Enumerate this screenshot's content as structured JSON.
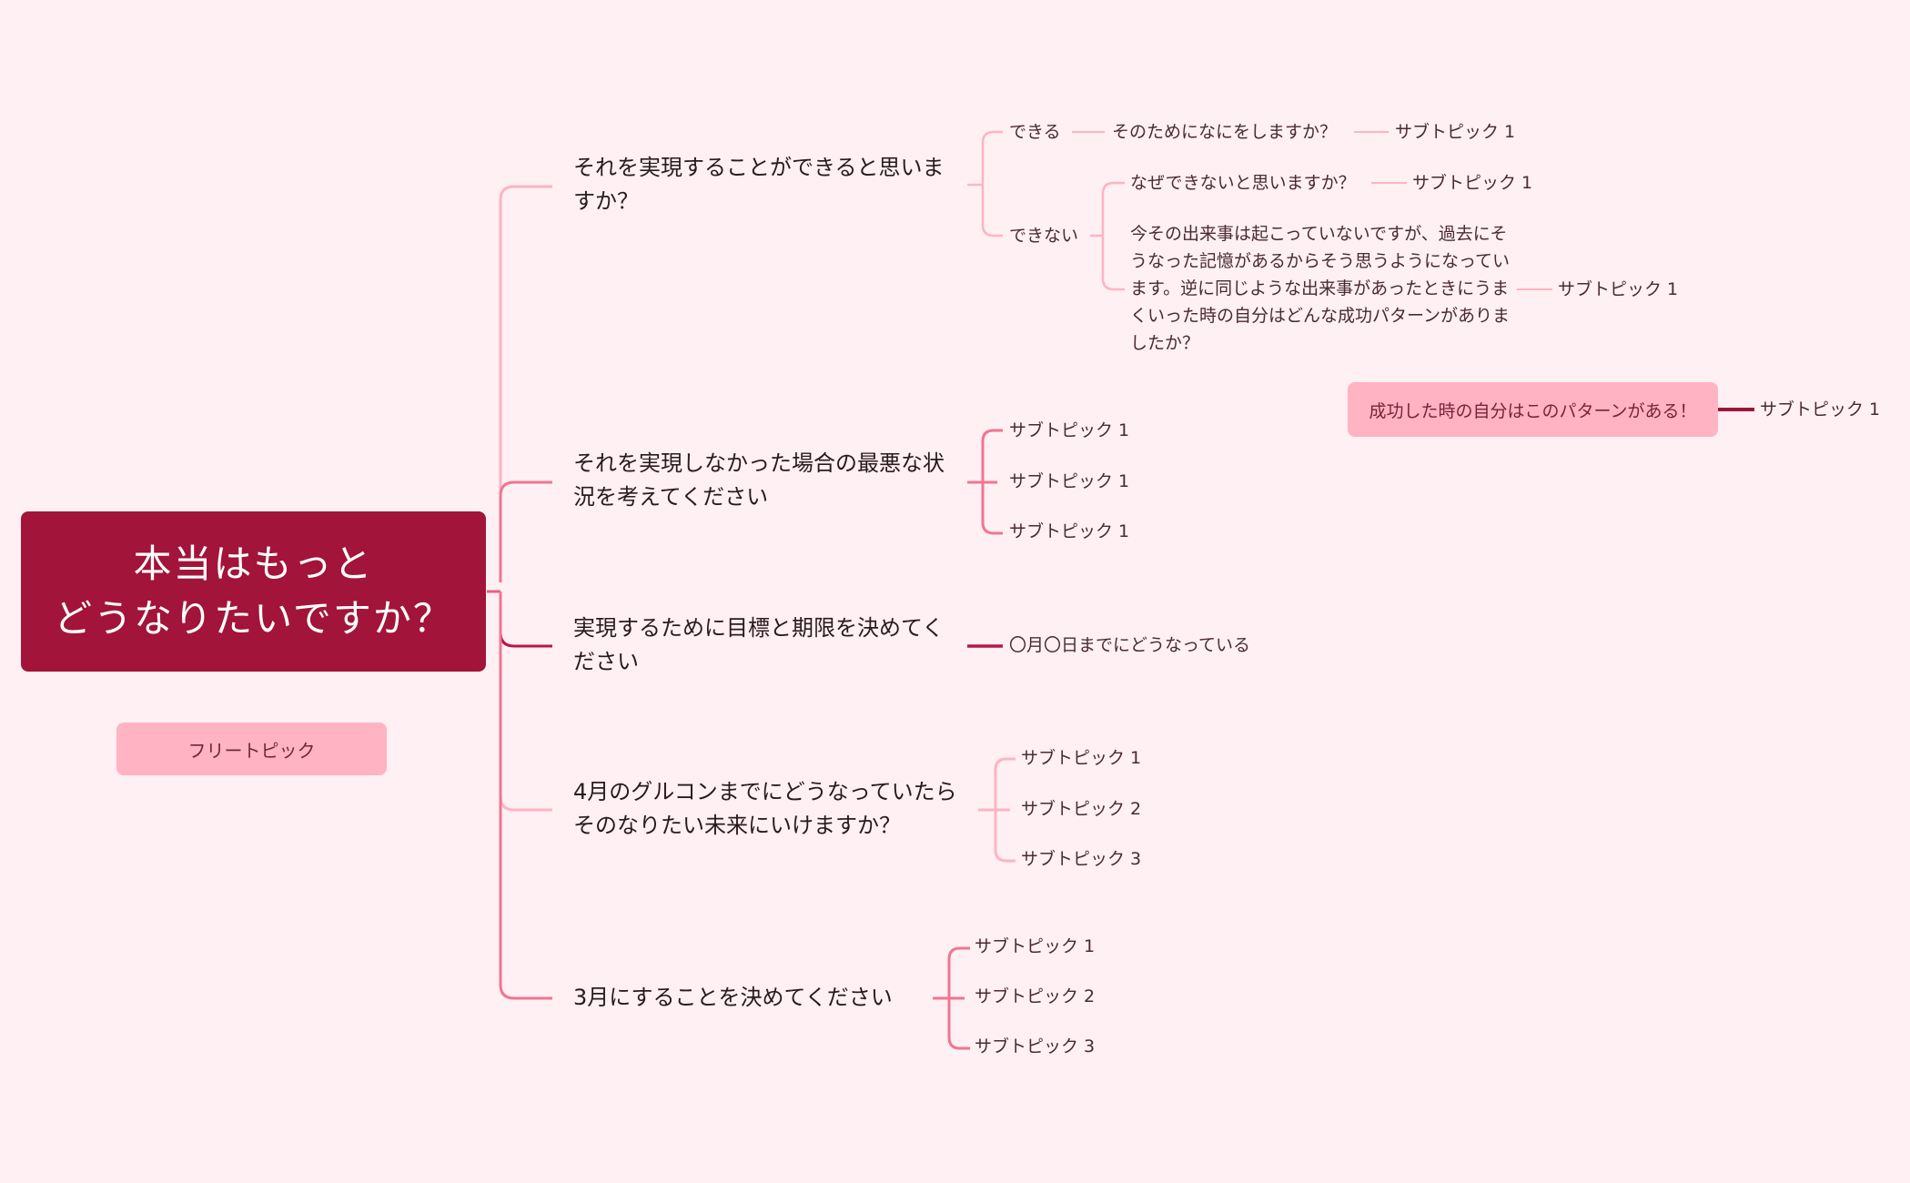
{
  "root": {
    "line1": "本当はもっと",
    "line2": "どうなりたいですか？"
  },
  "floating_topic": "フリートピック",
  "branches": [
    {
      "label": "それを実現することができると思いますか？",
      "children": [
        {
          "label": "できる",
          "children": [
            {
              "label": "そのためになにをしますか？",
              "children": [
                {
                  "label": "サブトピック 1"
                }
              ]
            }
          ]
        },
        {
          "label": "できない",
          "children": [
            {
              "label": "なぜできないと思いますか？",
              "children": [
                {
                  "label": "サブトピック 1"
                }
              ]
            },
            {
              "label": "今その出来事は起こっていないですが、過去にそうなった記憶があるからそう思うようになっています。逆に同じような出来事があったときにうまくいった時の自分はどんな成功パターンがありましたか？",
              "children": [
                {
                  "label": "サブトピック 1"
                }
              ]
            }
          ]
        }
      ]
    },
    {
      "label": "それを実現しなかった場合の最悪な状況を考えてください",
      "children": [
        {
          "label": "サブトピック 1"
        },
        {
          "label": "サブトピック 1"
        },
        {
          "label": "サブトピック 1"
        }
      ]
    },
    {
      "label": "実現するために目標と期限を決めてください",
      "children": [
        {
          "label": "〇月〇日までにどうなっている"
        }
      ]
    },
    {
      "label": "4月のグルコンまでにどうなっていたらそのなりたい未来にいけますか？",
      "children": [
        {
          "label": "サブトピック 1"
        },
        {
          "label": "サブトピック 2"
        },
        {
          "label": "サブトピック 3"
        }
      ]
    },
    {
      "label": "3月にすることを決めてください",
      "children": [
        {
          "label": "サブトピック 1"
        },
        {
          "label": "サブトピック 2"
        },
        {
          "label": "サブトピック 3"
        }
      ]
    }
  ],
  "callout": {
    "label": "成功した時の自分はこのパターンがある！",
    "child": "サブトピック 1"
  },
  "colors": {
    "background": "#fef0f3",
    "root": "#a21439",
    "branch_light": "#ffb3c3",
    "branch_mid": "#f17591",
    "branch_dark": "#b8154a"
  }
}
